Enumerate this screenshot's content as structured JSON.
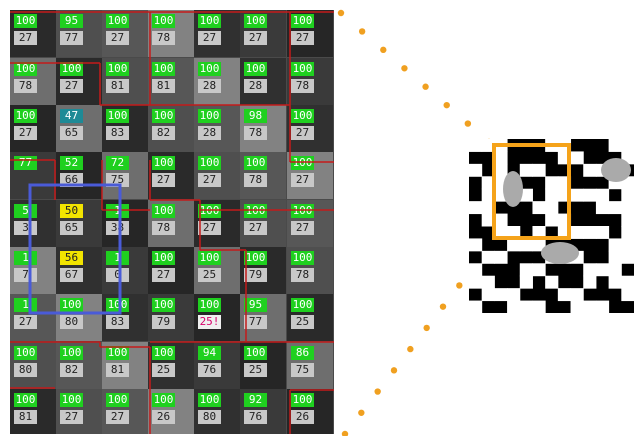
{
  "colors": {
    "green": "#1fd01f",
    "yellow": "#f2e400",
    "teal": "#1e8a96",
    "magenta_text": "#d8006a",
    "white_label": "#f0f0f0",
    "region_border": "#c41a1a",
    "selection_blue": "#4a5bd8",
    "crop_orange": "#f5a31a",
    "dots_orange": "#f0a020"
  },
  "grid": {
    "rows": [
      [
        {
          "top": "100",
          "bottom": "27",
          "tc": "green"
        },
        {
          "top": "95",
          "bottom": "77",
          "tc": "green"
        },
        {
          "top": "100",
          "bottom": "27",
          "tc": "green"
        },
        {
          "top": "100",
          "bottom": "78",
          "tc": "green"
        },
        {
          "top": "100",
          "bottom": "27",
          "tc": "green"
        },
        {
          "top": "100",
          "bottom": "27",
          "tc": "green"
        },
        {
          "top": "100",
          "bottom": "27",
          "tc": "green"
        }
      ],
      [
        {
          "top": "100",
          "bottom": "78",
          "tc": "green"
        },
        {
          "top": "100",
          "bottom": "27",
          "tc": "green"
        },
        {
          "top": "100",
          "bottom": "81",
          "tc": "green"
        },
        {
          "top": "100",
          "bottom": "81",
          "tc": "green"
        },
        {
          "top": "100",
          "bottom": "28",
          "tc": "green"
        },
        {
          "top": "100",
          "bottom": "28",
          "tc": "green"
        },
        {
          "top": "100",
          "bottom": "78",
          "tc": "green"
        }
      ],
      [
        {
          "top": "100",
          "bottom": "27",
          "tc": "green"
        },
        {
          "top": "47",
          "bottom": "65",
          "tc": "teal"
        },
        {
          "top": "100",
          "bottom": "83",
          "tc": "green"
        },
        {
          "top": "100",
          "bottom": "82",
          "tc": "green"
        },
        {
          "top": "100",
          "bottom": "28",
          "tc": "green"
        },
        {
          "top": "98",
          "bottom": "78",
          "tc": "green"
        },
        {
          "top": "100",
          "bottom": "27",
          "tc": "green"
        }
      ],
      [
        {
          "top": "77",
          "bottom": "",
          "tc": "green"
        },
        {
          "top": "52",
          "bottom": "66",
          "tc": "green"
        },
        {
          "top": "72",
          "bottom": "75",
          "tc": "green"
        },
        {
          "top": "100",
          "bottom": "27",
          "tc": "green"
        },
        {
          "top": "100",
          "bottom": "27",
          "tc": "green"
        },
        {
          "top": "100",
          "bottom": "78",
          "tc": "green"
        },
        {
          "top": "100",
          "bottom": "27",
          "tc": "green"
        }
      ],
      [
        {
          "top": "5",
          "bottom": "3",
          "tc": "green"
        },
        {
          "top": "50",
          "bottom": "65",
          "tc": "yellow"
        },
        {
          "top": "1",
          "bottom": "38",
          "tc": "green"
        },
        {
          "top": "100",
          "bottom": "78",
          "tc": "green"
        },
        {
          "top": "100",
          "bottom": "27",
          "tc": "green"
        },
        {
          "top": "100",
          "bottom": "27",
          "tc": "green"
        },
        {
          "top": "100",
          "bottom": "27",
          "tc": "green"
        }
      ],
      [
        {
          "top": "1",
          "bottom": "7",
          "tc": "green"
        },
        {
          "top": "56",
          "bottom": "67",
          "tc": "yellow"
        },
        {
          "top": "1",
          "bottom": "0",
          "tc": "green"
        },
        {
          "top": "100",
          "bottom": "27",
          "tc": "green"
        },
        {
          "top": "100",
          "bottom": "25",
          "tc": "green"
        },
        {
          "top": "100",
          "bottom": "79",
          "tc": "green"
        },
        {
          "top": "100",
          "bottom": "78",
          "tc": "green"
        }
      ],
      [
        {
          "top": "1",
          "bottom": "27",
          "tc": "green"
        },
        {
          "top": "100",
          "bottom": "80",
          "tc": "green"
        },
        {
          "top": "100",
          "bottom": "83",
          "tc": "green"
        },
        {
          "top": "100",
          "bottom": "79",
          "tc": "green"
        },
        {
          "top": "100",
          "bottom": "25!",
          "tc": "green",
          "bc": "white"
        },
        {
          "top": "95",
          "bottom": "77",
          "tc": "green"
        },
        {
          "top": "100",
          "bottom": "25",
          "tc": "green"
        }
      ],
      [
        {
          "top": "100",
          "bottom": "80",
          "tc": "green"
        },
        {
          "top": "100",
          "bottom": "82",
          "tc": "green"
        },
        {
          "top": "100",
          "bottom": "81",
          "tc": "green"
        },
        {
          "top": "100",
          "bottom": "25",
          "tc": "green"
        },
        {
          "top": "94",
          "bottom": "76",
          "tc": "green"
        },
        {
          "top": "100",
          "bottom": "25",
          "tc": "green"
        },
        {
          "top": "86",
          "bottom": "75",
          "tc": "green"
        }
      ],
      [
        {
          "top": "100",
          "bottom": "81",
          "tc": "green"
        },
        {
          "top": "100",
          "bottom": "27",
          "tc": "green"
        },
        {
          "top": "100",
          "bottom": "27",
          "tc": "green"
        },
        {
          "top": "100",
          "bottom": "26",
          "tc": "green"
        },
        {
          "top": "100",
          "bottom": "80",
          "tc": "green"
        },
        {
          "top": "92",
          "bottom": "76",
          "tc": "green"
        },
        {
          "top": "100",
          "bottom": "26",
          "tc": "green"
        }
      ]
    ]
  }
}
